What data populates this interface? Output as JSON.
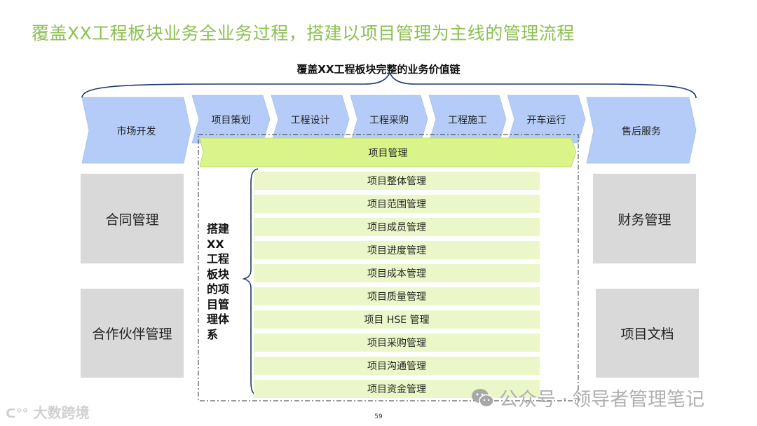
{
  "slide": {
    "title": "覆盖XX工程板块业务全业务过程，搭建以项目管理为主线的管理流程",
    "value_chain_title": "覆盖XX工程板块完整的业务价值链",
    "page_number": "59"
  },
  "value_chain": {
    "start": "市场开发",
    "stages": [
      "项目策划",
      "工程设计",
      "工程采购",
      "工程施工",
      "开车运行"
    ],
    "end": "售后服务"
  },
  "project_management": {
    "bar_label": "项目管理",
    "system_label": "搭建XX工程板块的项目管理体系",
    "sub_items": [
      "项目整体管理",
      "项目范围管理",
      "项目成员管理",
      "项目进度管理",
      "项目成本管理",
      "项目质量管理",
      "项目 HSE 管理",
      "项目采购管理",
      "项目沟通管理",
      "项目资金管理"
    ]
  },
  "side_boxes": {
    "left": [
      "合同管理",
      "合作伙伴管理"
    ],
    "right": [
      "财务管理",
      "项目文档"
    ]
  },
  "watermarks": {
    "left": "大数跨境",
    "right_prefix": "公众号 ·",
    "right_name": "领导者管理笔记"
  },
  "colors": {
    "title_green": "#8cc152",
    "chevron_blue": "#b4ccf7",
    "pm_bar_green": "#d9f58a",
    "sub_row_green": "#ebf7c9",
    "side_gray": "#d9d9d9",
    "brace_navy": "#1f3a6e"
  }
}
